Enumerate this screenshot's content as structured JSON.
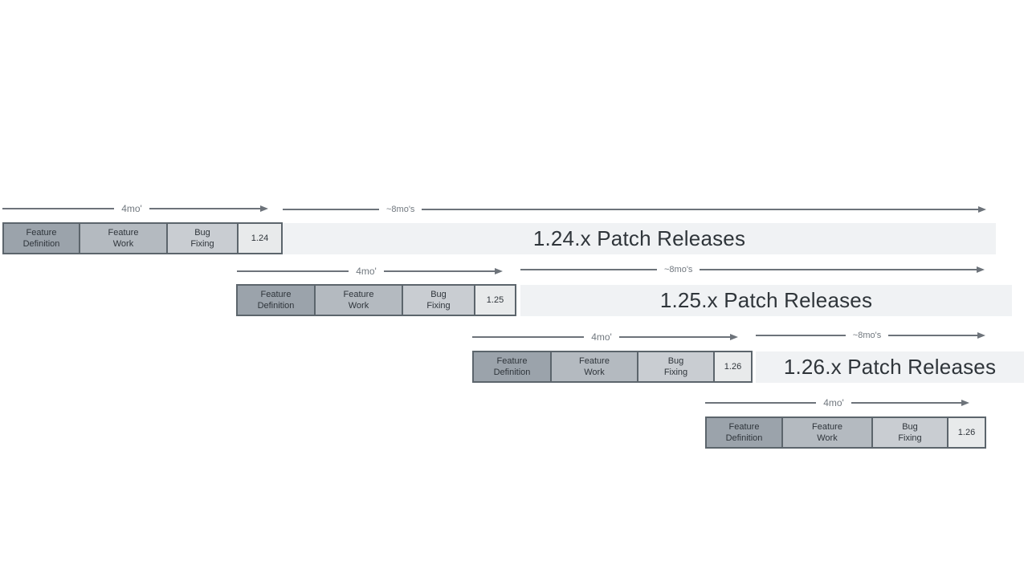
{
  "rows": [
    {
      "version": "1.24",
      "cycle_arrow_label": "4mo'",
      "patch_arrow_label": "~8mo's",
      "phases": [
        {
          "label": "Feature\nDefinition"
        },
        {
          "label": "Feature\nWork"
        },
        {
          "label": "Bug\nFixing"
        }
      ],
      "patch_bar_label": "1.24.x Patch Releases"
    },
    {
      "version": "1.25",
      "cycle_arrow_label": "4mo'",
      "patch_arrow_label": "~8mo's",
      "phases": [
        {
          "label": "Feature\nDefinition"
        },
        {
          "label": "Feature\nWork"
        },
        {
          "label": "Bug\nFixing"
        }
      ],
      "patch_bar_label": "1.25.x Patch Releases"
    },
    {
      "version": "1.26",
      "cycle_arrow_label": "4mo'",
      "patch_arrow_label": "~8mo's",
      "phases": [
        {
          "label": "Feature\nDefinition"
        },
        {
          "label": "Feature\nWork"
        },
        {
          "label": "Bug\nFixing"
        }
      ],
      "patch_bar_label": "1.26.x Patch Releases"
    },
    {
      "version": "1.26",
      "cycle_arrow_label": "4mo'",
      "phases": [
        {
          "label": "Feature\nDefinition"
        },
        {
          "label": "Feature\nWork"
        },
        {
          "label": "Bug\nFixing"
        }
      ]
    }
  ],
  "colors": {
    "feature_definition_fill": "#9ba3ab",
    "feature_work_fill": "#b4bac0",
    "bug_fixing_fill": "#c9cdd2",
    "version_box_fill": "#e8eaeb",
    "patch_bar_fill": "#f0f2f4",
    "box_border": "#5c656c",
    "arrow": "#6d737a",
    "arrow_label_text": "#71787f",
    "box_text": "#2f353b",
    "patch_bar_text": "#2f353a"
  }
}
